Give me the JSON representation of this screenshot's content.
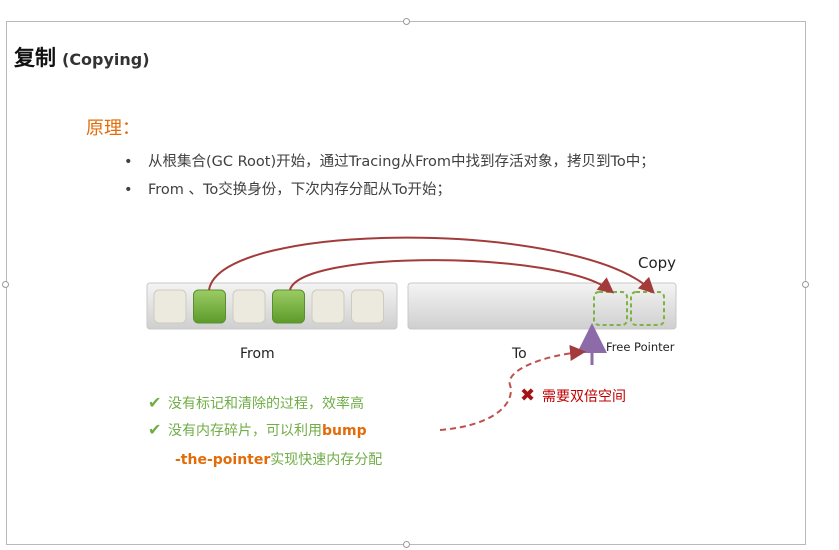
{
  "title": {
    "main": "复制",
    "sub": "(Copying)"
  },
  "principle": {
    "heading": "原理：",
    "bullets": [
      "从根集合(GC Root)开始，通过Tracing从From中找到存活对象，拷贝到To中；",
      "From 、To交换身份，下次内存分配从To开始；"
    ],
    "bullet_char": "•"
  },
  "diagram": {
    "from_label": "From",
    "to_label": "To",
    "copy_label": "Copy",
    "free_pointer_label": "Free Pointer",
    "from_cells": [
      "empty",
      "live",
      "empty",
      "live",
      "empty",
      "empty"
    ],
    "colors": {
      "live": "#7cb342",
      "empty": "#ece9df",
      "arrow": "#a33b3b",
      "pointer": "#8d6aa8",
      "copied": "#7cb342"
    }
  },
  "pros": {
    "item1": "没有标记和清除的过程，效率高",
    "item2_prefix": "没有内存碎片，可以利用",
    "item2_bold": "bump",
    "item3_bold": "-the-pointer",
    "item3_suffix": "实现快速内存分配"
  },
  "cons": {
    "item1": "需要双倍空间"
  },
  "icons": {
    "check": "check-icon",
    "cross": "cross-icon"
  }
}
